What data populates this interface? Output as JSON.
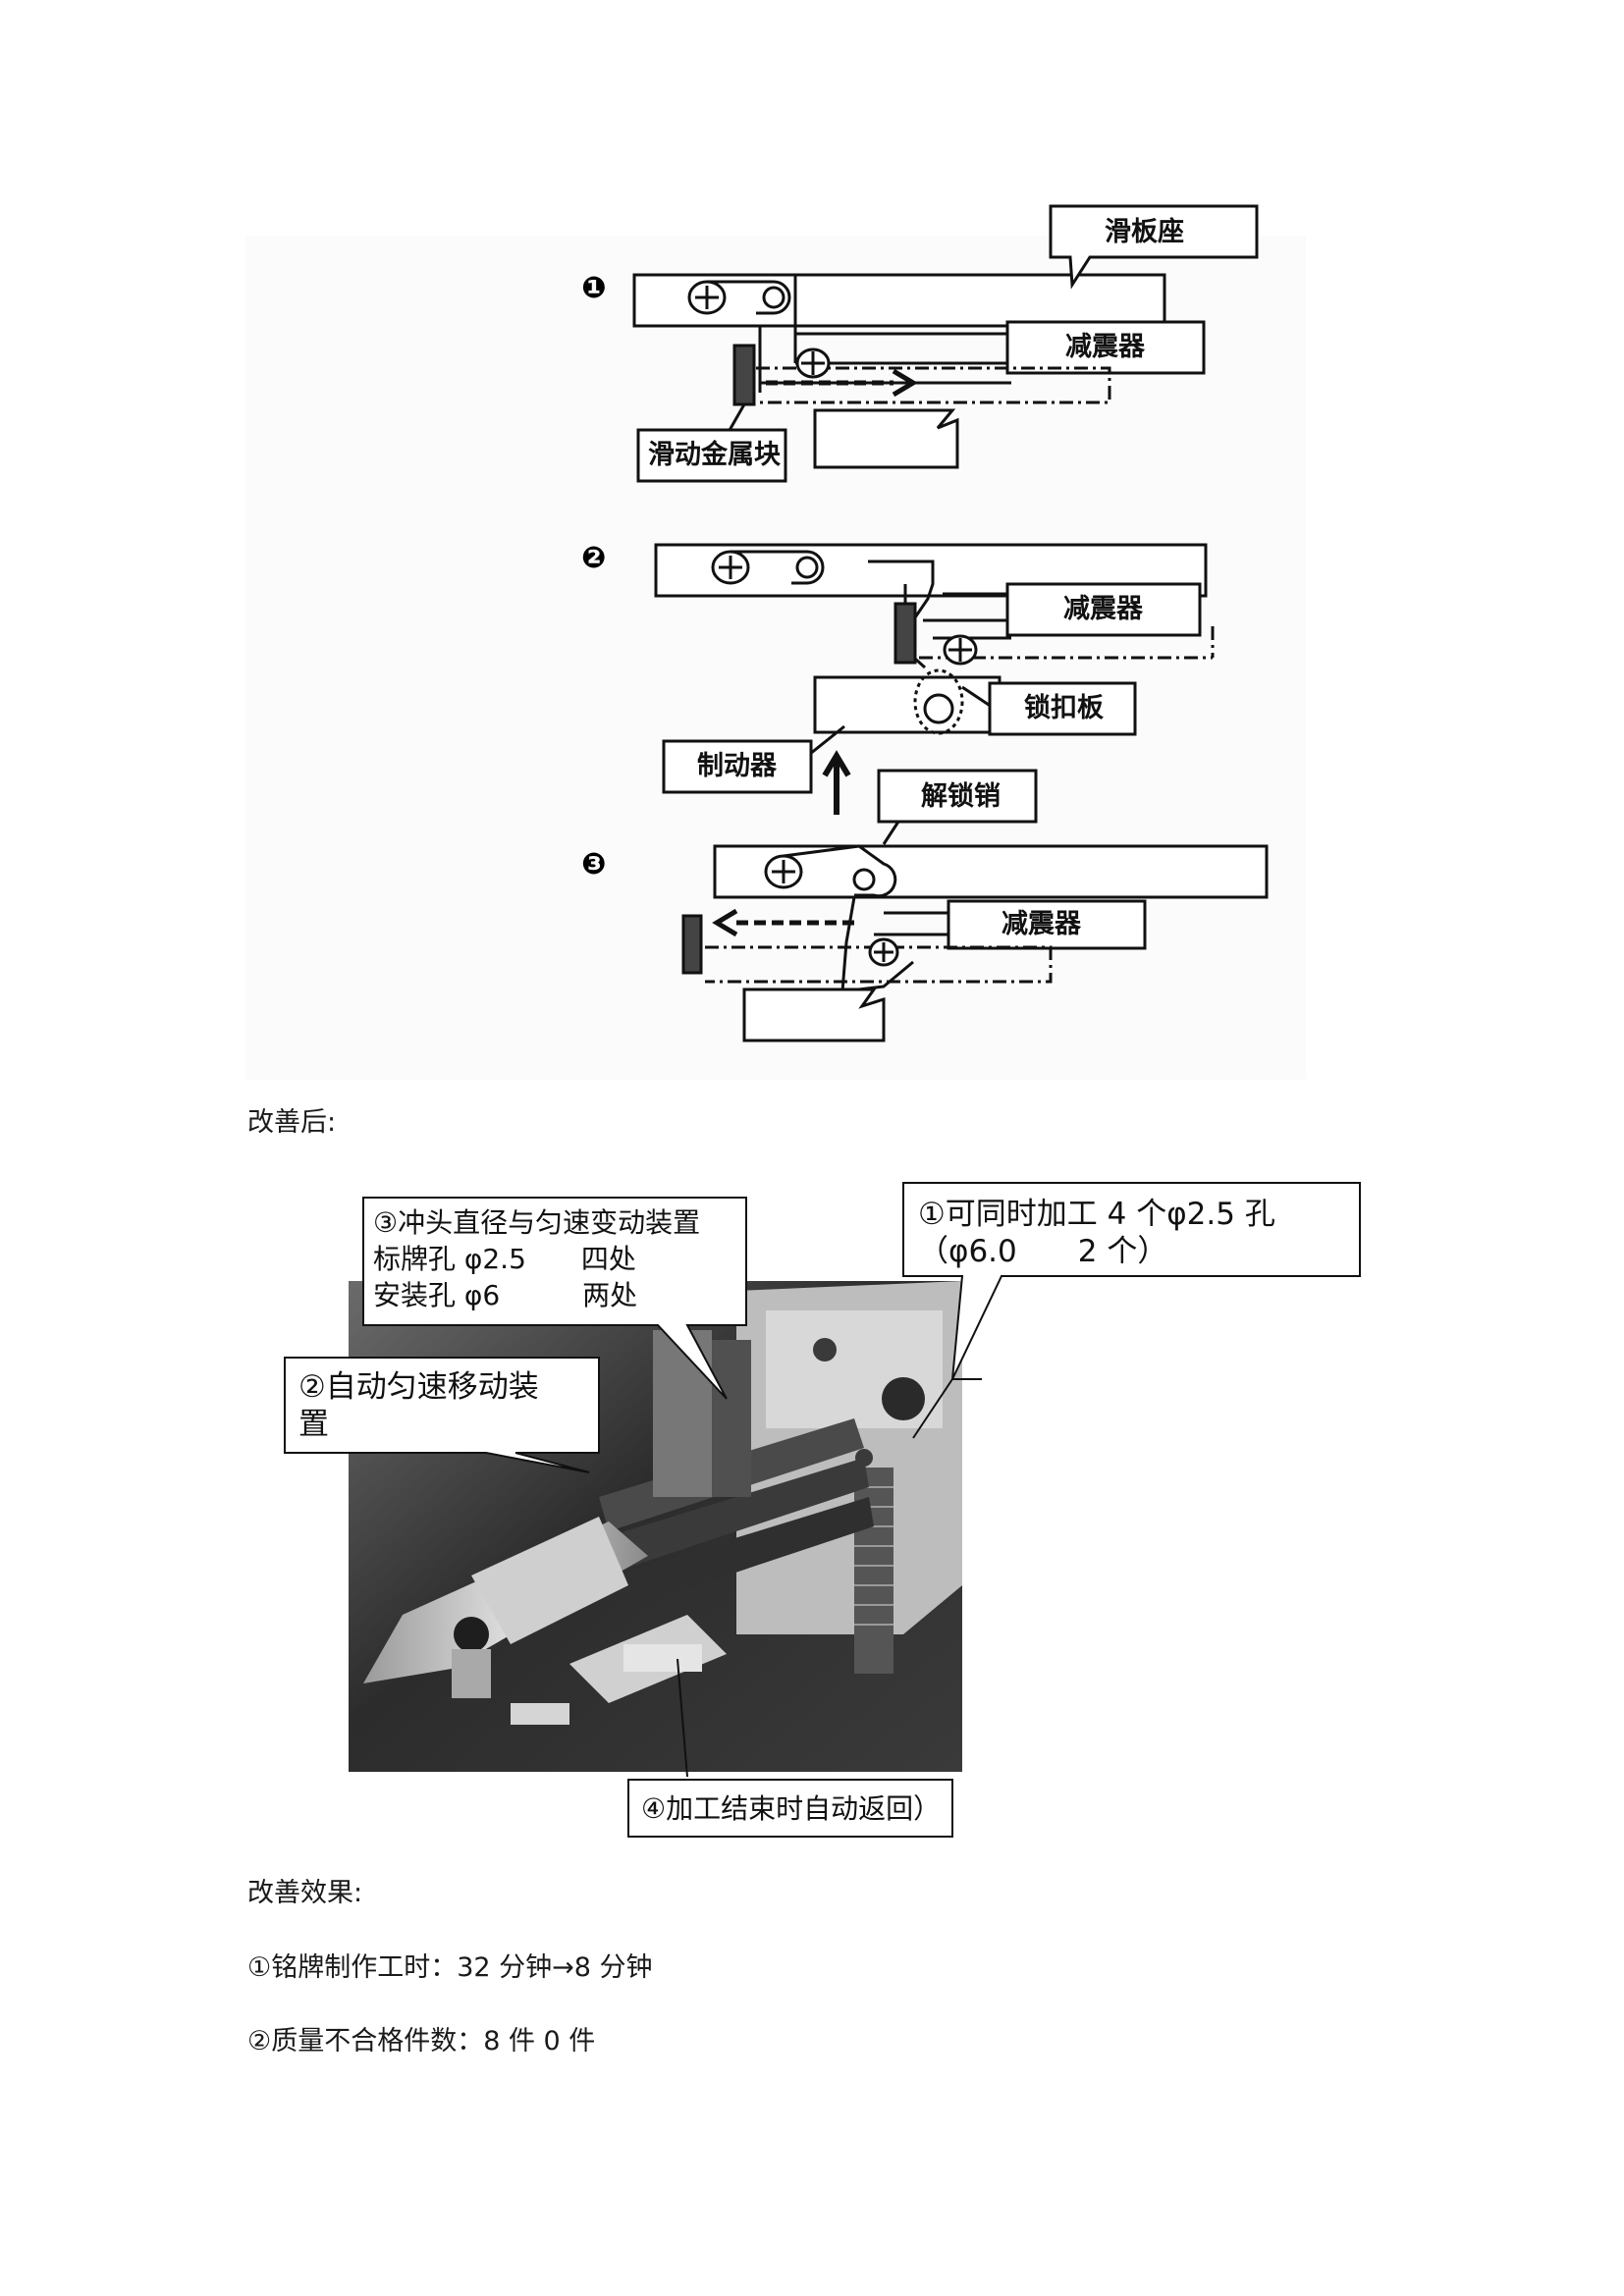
{
  "diagram": {
    "steps": [
      {
        "marker": "❶",
        "labels": {
          "slide_seat": "滑板座",
          "damper": "减震器",
          "slide_block": "滑动金属块"
        }
      },
      {
        "marker": "❷",
        "labels": {
          "damper": "减震器",
          "lock_plate": "锁扣板",
          "brake": "制动器"
        }
      },
      {
        "marker": "❸",
        "labels": {
          "unlock_pin": "解锁销",
          "damper": "减震器"
        }
      }
    ]
  },
  "after_heading": "改善后:",
  "photo": {
    "callouts": {
      "c1_line1": "①可同时加工 4 个φ2.5 孔",
      "c1_line2": "（φ6.0　　2 个）",
      "c2_line1": "②自动匀速移动装",
      "c2_line2": "置",
      "c3_line1": "③冲头直径与匀速变动装置",
      "c3_line2": "标牌孔  φ2.5　　四处",
      "c3_line3": "安装孔  φ6　　　两处",
      "c4_line1": "④加工结束时自动返回）"
    }
  },
  "effect_heading": "改善效果:",
  "effects": [
    "①铭牌制作工时：32 分钟→8 分钟",
    "②质量不合格件数：8 件 0 件"
  ]
}
